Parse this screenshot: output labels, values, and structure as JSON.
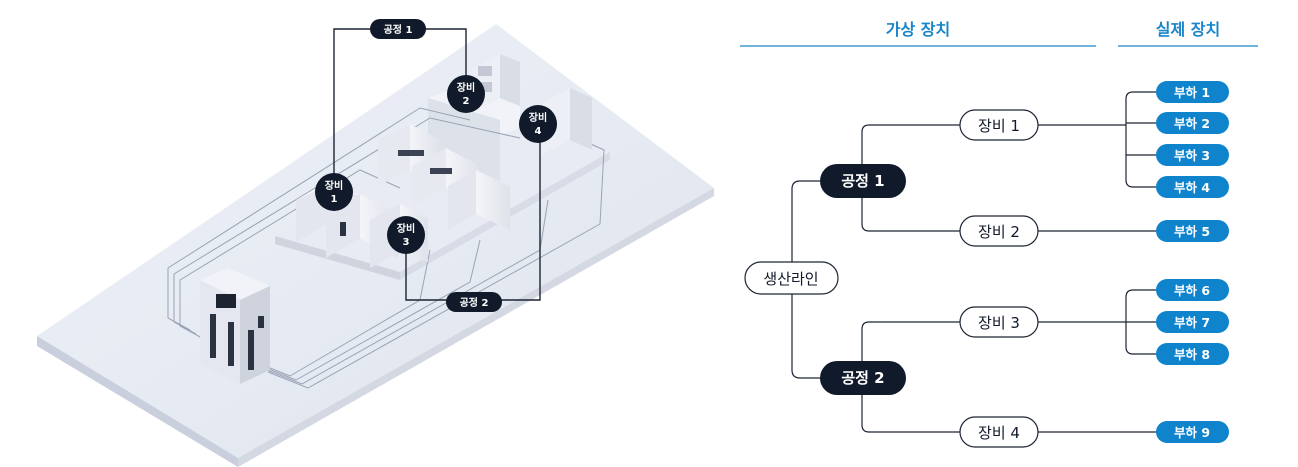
{
  "header": {
    "virtual_label": "가상 장치",
    "real_label": "실제 장치"
  },
  "tree": {
    "root": "생산라인",
    "processes": [
      {
        "label": "공정 1",
        "equipment": [
          {
            "label": "장비 1",
            "loads": [
              "부하 1",
              "부하 2",
              "부하 3",
              "부하 4"
            ]
          },
          {
            "label": "장비 2",
            "loads": [
              "부하 5"
            ]
          }
        ]
      },
      {
        "label": "공정 2",
        "equipment": [
          {
            "label": "장비 3",
            "loads": [
              "부하 6",
              "부하 7",
              "부하 8"
            ]
          },
          {
            "label": "장비 4",
            "loads": [
              "부하 9"
            ]
          }
        ]
      }
    ]
  },
  "illustration": {
    "process_tags": [
      "공정 1",
      "공정 2"
    ],
    "equipment_badges": [
      {
        "line1": "장비",
        "line2": "1"
      },
      {
        "line1": "장비",
        "line2": "2"
      },
      {
        "line1": "장비",
        "line2": "3"
      },
      {
        "line1": "장비",
        "line2": "4"
      }
    ]
  },
  "colors": {
    "accent": "#1a86c9",
    "dark_node": "#111a2a",
    "blue_node": "#0f84cc",
    "floor": "#e4e8f1",
    "line": "#1c2433"
  }
}
